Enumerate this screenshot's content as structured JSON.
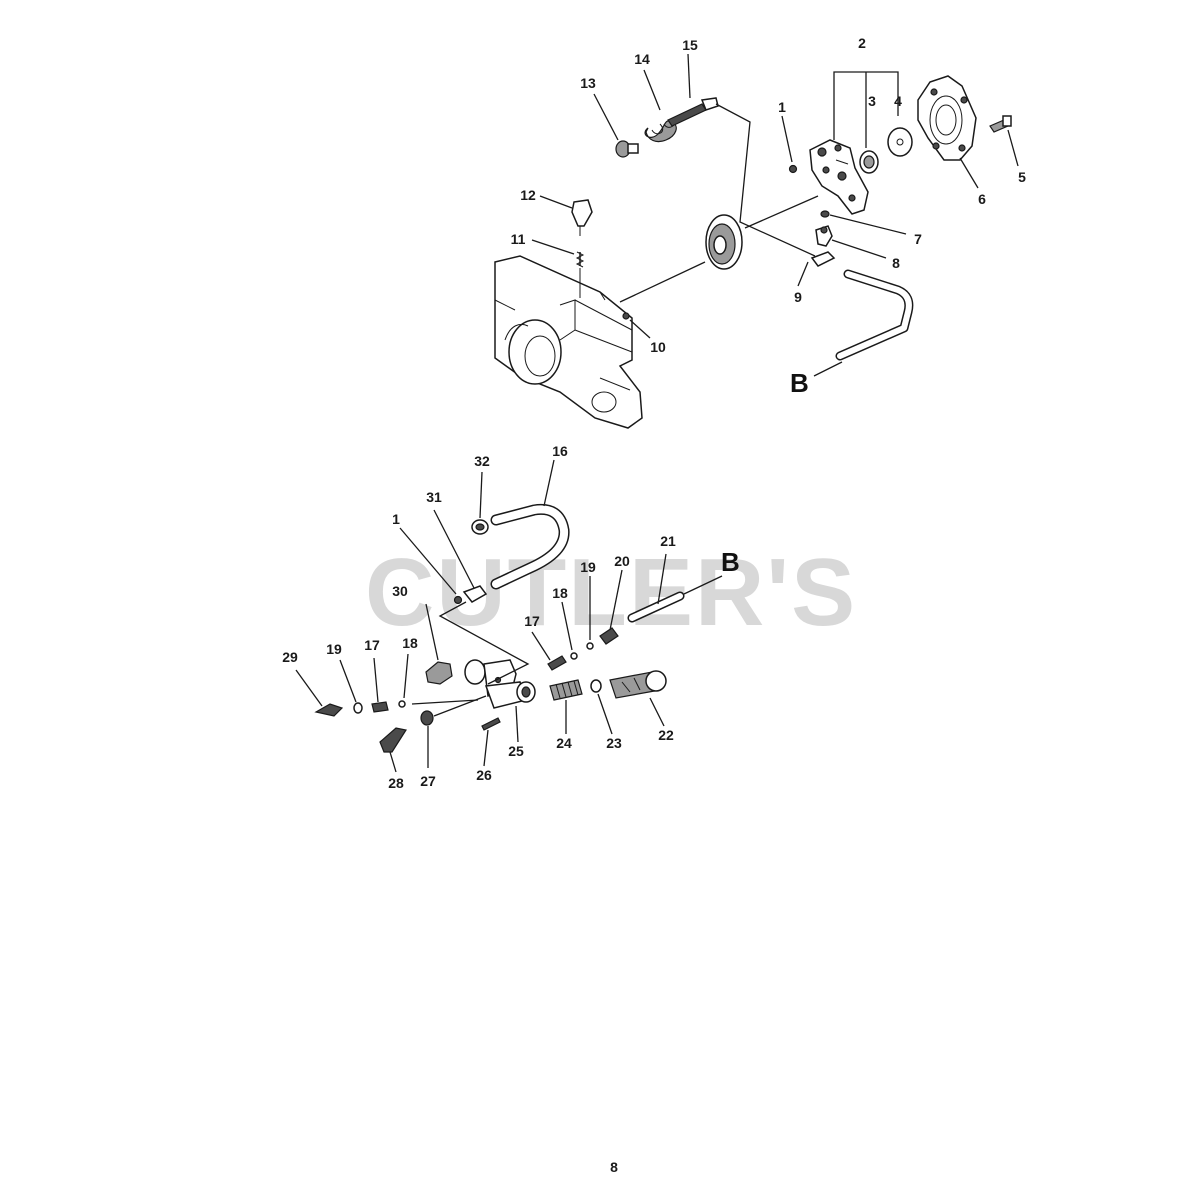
{
  "watermark": "CUTLER'S",
  "page_number": "8",
  "reference_letters": [
    "B",
    "B"
  ],
  "callouts": [
    "1",
    "2",
    "3",
    "4",
    "5",
    "6",
    "7",
    "8",
    "9",
    "10",
    "11",
    "12",
    "13",
    "14",
    "15",
    "1",
    "31",
    "32",
    "16",
    "30",
    "19",
    "20",
    "21",
    "18",
    "17",
    "29",
    "19",
    "17",
    "18",
    "28",
    "27",
    "26",
    "25",
    "24",
    "23",
    "22"
  ]
}
